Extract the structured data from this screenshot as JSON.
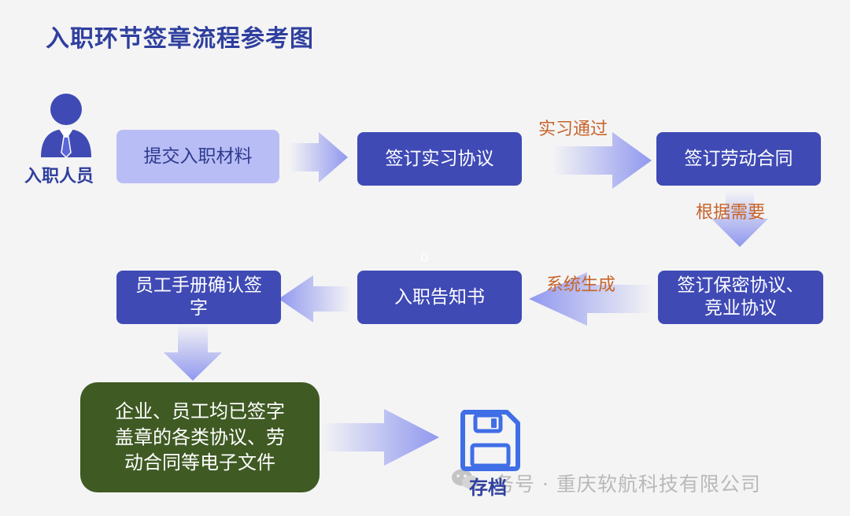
{
  "title": "入职环节签章流程参考图",
  "person": {
    "label": "入职人员",
    "icon": "person-icon"
  },
  "nodes": {
    "submit": "提交入职材料",
    "intern_agreement": "签订实习协议",
    "labor_contract": "签订劳动合同",
    "confidentiality_line1": "签订保密协议、",
    "confidentiality_line2": "竞业协议",
    "notice": "入职告知书",
    "handbook_line1": "员工手册确认签",
    "handbook_line2": "字",
    "final_line1": "企业、员工均已签字",
    "final_line2": "盖章的各类协议、劳",
    "final_line3": "动合同等电子文件"
  },
  "edge_labels": {
    "internship_passed": "实习通过",
    "as_needed": "根据需要",
    "system_generated": "系统生成"
  },
  "archive": {
    "label": "存档",
    "icon": "floppy-disk-icon"
  },
  "stray_mark": "0",
  "watermark": "务号 · 重庆软航科技有限公司",
  "colors": {
    "primary": "#3f4ab5",
    "title": "#2f3f9e",
    "accent": "#c8642a",
    "final": "#3f5a23",
    "arrow": "#8b93ee"
  }
}
